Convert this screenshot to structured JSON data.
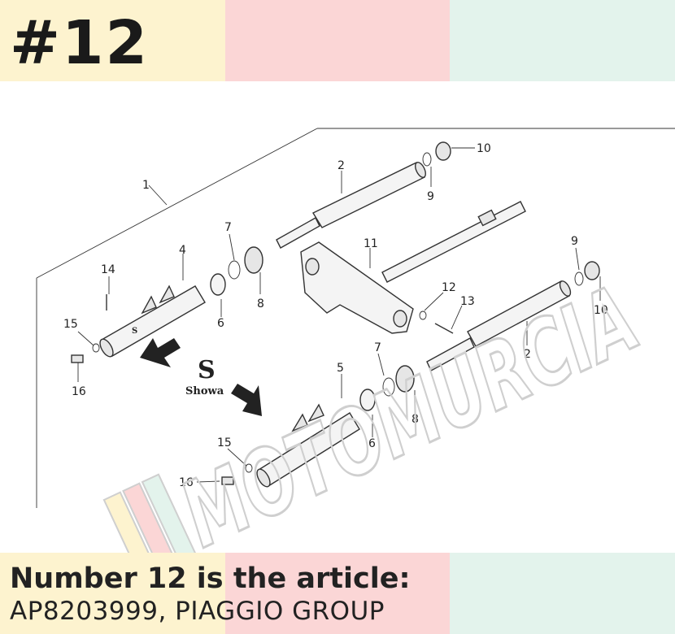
{
  "header": {
    "title": "#12"
  },
  "caption": {
    "line1": "Number 12 is the article:",
    "line2": "AP8203999, PIAGGIO GROUP"
  },
  "watermark": {
    "text": "MOTOMURCIA"
  },
  "logo": {
    "letter": "S",
    "brand": "Showa"
  },
  "callouts": {
    "n1": "1",
    "n2a": "2",
    "n2b": "2",
    "n4": "4",
    "n5": "5",
    "n6a": "6",
    "n6b": "6",
    "n7a": "7",
    "n7b": "7",
    "n8a": "8",
    "n8b": "8",
    "n9a": "9",
    "n9b": "9",
    "n10a": "10",
    "n10b": "10",
    "n11": "11",
    "n12": "12",
    "n13": "13",
    "n14": "14",
    "n15a": "15",
    "n15b": "15",
    "n16a": "16",
    "n16b": "16",
    "stamp": "S"
  },
  "colors": {
    "yellow": "#fdf3cf",
    "pink": "#fbd6d6",
    "mint": "#e3f3ec",
    "text": "#222222"
  }
}
